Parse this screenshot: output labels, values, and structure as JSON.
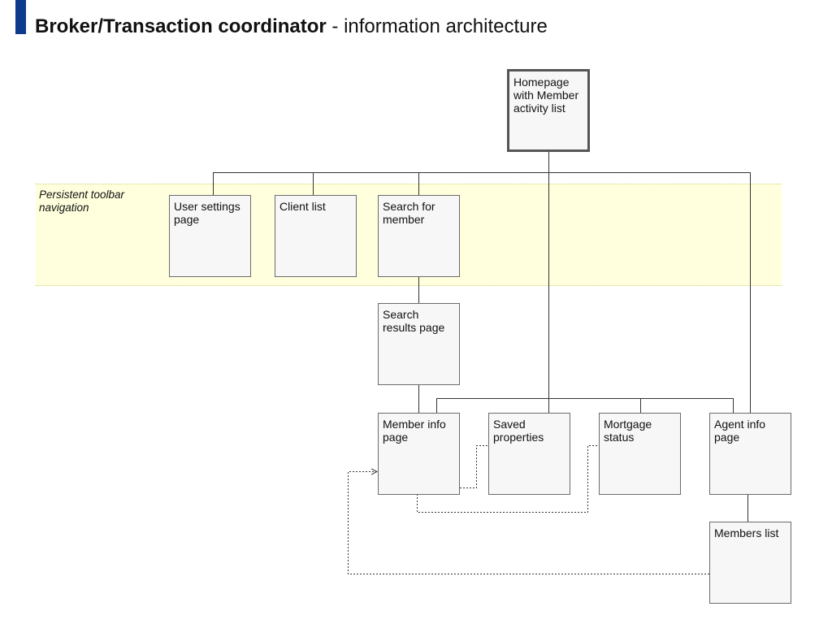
{
  "header": {
    "title_bold": "Broker/Transaction coordinator",
    "title_rest": " - information architecture",
    "accent_color": "#0d3a8c"
  },
  "band": {
    "label": "Persistent toolbar navigation",
    "color": "#ffffdd"
  },
  "nodes": {
    "homepage": "Homepage with Member activity list",
    "user_settings": "User settings page",
    "client_list": "Client list",
    "search_member": "Search for member",
    "search_results": "Search results page",
    "member_info": "Member info page",
    "saved_properties": "Saved properties",
    "mortgage_status": "Mortgage status",
    "agent_info": "Agent info page",
    "members_list": "Members list"
  }
}
